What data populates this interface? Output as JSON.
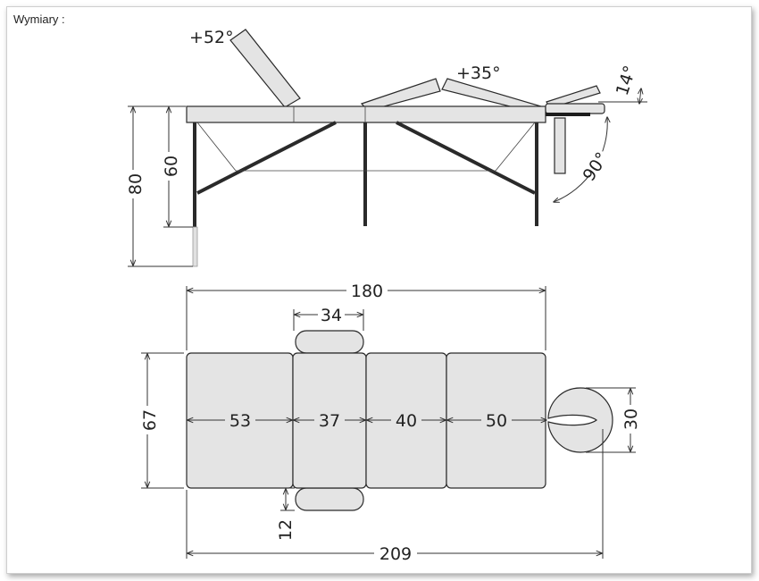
{
  "heading": "Wymiary :",
  "side_view": {
    "backrest_angle": "+52°",
    "leg_section_angle": "+35°",
    "headrest_tilt": "14°",
    "headrest_arm_angle": "90°",
    "height_max": "80",
    "height_min": "60"
  },
  "top_view": {
    "table_length": "180",
    "total_length": "209",
    "width": "67",
    "armrest_width": "34",
    "armrest_gap": "12",
    "headrest_width": "30",
    "section_1": "53",
    "section_2": "37",
    "section_3": "40",
    "section_4": "50"
  },
  "colors": {
    "pad_fill": "#e4e4e4",
    "outline": "#2a2a2a",
    "frame_border": "#cfcfcf"
  }
}
